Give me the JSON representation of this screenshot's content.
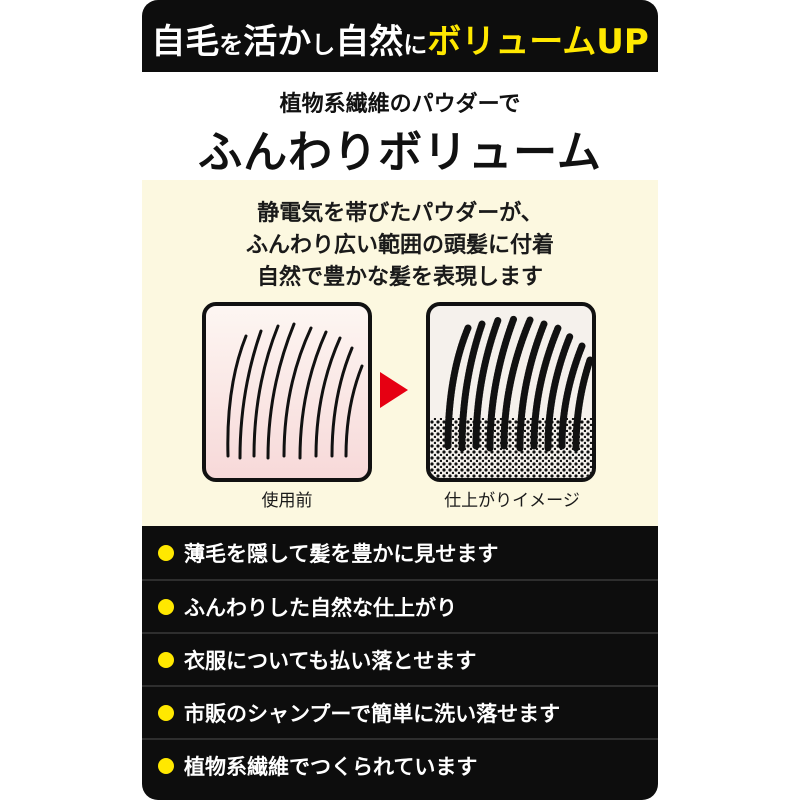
{
  "headline": {
    "part1": "自毛",
    "part2": "を",
    "part3": "活か",
    "part4": "し",
    "part5": "自然",
    "part6": "に",
    "part7": "ボリュームUP"
  },
  "title": {
    "subtitle": "植物系繊維のパウダーで",
    "main": "ふんわりボリューム"
  },
  "description": {
    "lines": [
      "静電気を帯びたパウダーが、",
      "ふんわり広い範囲の頭髪に付着",
      "自然で豊かな髪を表現します"
    ]
  },
  "comparison": {
    "before_label": "使用前",
    "after_label": "仕上がりイメージ"
  },
  "features": [
    "薄毛を隠して髪を豊かに見せます",
    "ふんわりした自然な仕上がり",
    "衣服についても払い落とせます",
    "市販のシャンプーで簡単に洗い落せます",
    "植物系繊維でつくられています"
  ],
  "colors": {
    "background": "#0d0d0d",
    "accent_yellow": "#ffe800",
    "arrow_red": "#e60012",
    "cream": "#fcf8e0"
  }
}
